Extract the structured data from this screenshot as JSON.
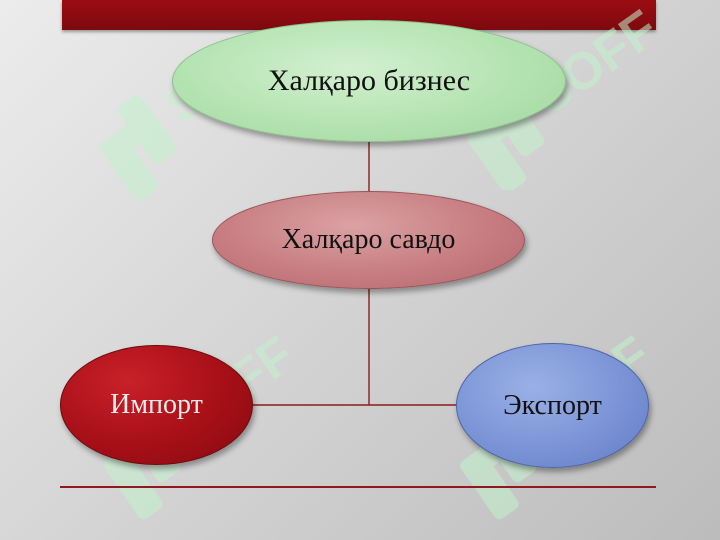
{
  "diagram": {
    "root": {
      "label": "Халқаро бизнес"
    },
    "middle": {
      "label": "Халқаро савдо"
    },
    "left_leaf": {
      "label": "Импорт"
    },
    "right_leaf": {
      "label": "Экспорт"
    }
  },
  "watermark": {
    "text": "SOFF"
  },
  "colors": {
    "top_bar": "#8b0a0f",
    "connector": "#8e1a1e",
    "root_fill": "#b4e3b2",
    "middle_fill": "#c77d81",
    "left_fill": "#a70f17",
    "right_fill": "#7b94d6",
    "watermark": "#b6f0c4"
  }
}
